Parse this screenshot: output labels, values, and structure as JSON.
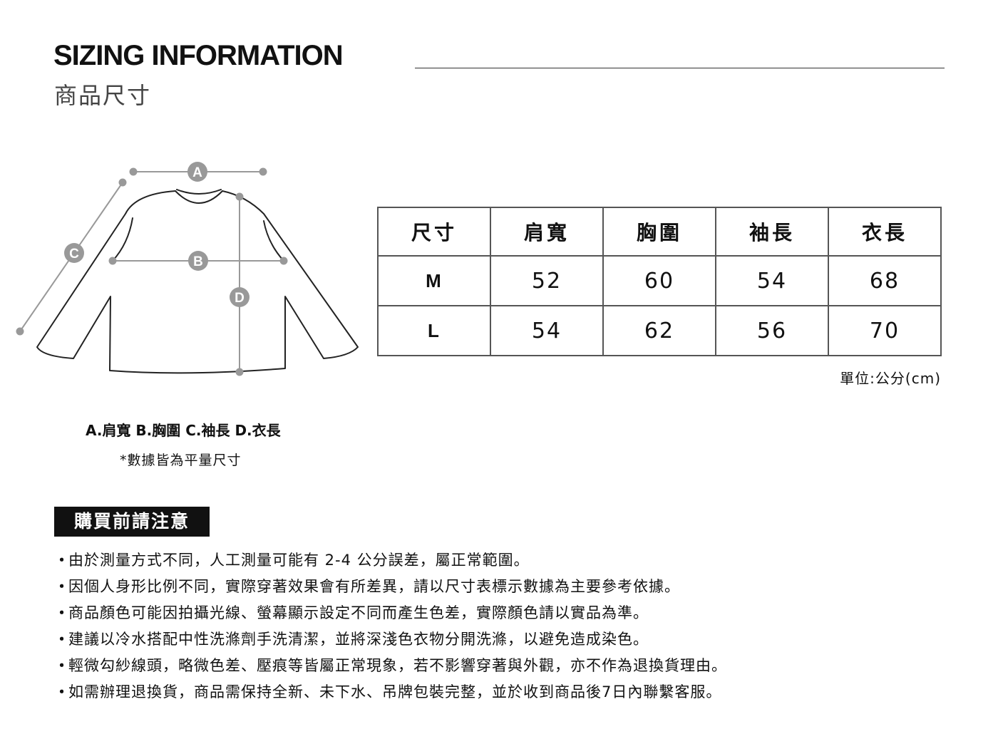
{
  "header": {
    "title": "SIZING INFORMATION",
    "subtitle": "商品尺寸"
  },
  "diagram": {
    "markers": [
      "A",
      "B",
      "C",
      "D"
    ],
    "legend": "A.肩寬 B.胸圍 C.袖長 D.衣長",
    "note": "*數據皆為平量尺寸",
    "colors": {
      "outline": "#222222",
      "measure": "#999999",
      "marker": "#999999"
    }
  },
  "size_table": {
    "headers": [
      "尺寸",
      "肩寬",
      "胸圍",
      "袖長",
      "衣長"
    ],
    "rows": [
      {
        "size": "M",
        "values": [
          "52",
          "60",
          "54",
          "68"
        ]
      },
      {
        "size": "L",
        "values": [
          "54",
          "62",
          "56",
          "70"
        ]
      }
    ],
    "unit": "單位:公分(cm)"
  },
  "notice": {
    "title": "購買前請注意",
    "bullet": "・",
    "items": [
      "由於測量方式不同，人工測量可能有 2-4 公分誤差，屬正常範圍。",
      "因個人身形比例不同，實際穿著效果會有所差異，請以尺寸表標示數據為主要參考依據。",
      "商品顏色可能因拍攝光線、螢幕顯示設定不同而產生色差，實際顏色請以實品為準。",
      "建議以冷水搭配中性洗滌劑手洗清潔，並將深淺色衣物分開洗滌，以避免造成染色。",
      "輕微勾紗線頭，略微色差、壓痕等皆屬正常現象，若不影響穿著與外觀，亦不作為退換貨理由。",
      "如需辦理退換貨，商品需保持全新、未下水、吊牌包裝完整，並於收到商品後7日內聯繫客服。"
    ]
  }
}
